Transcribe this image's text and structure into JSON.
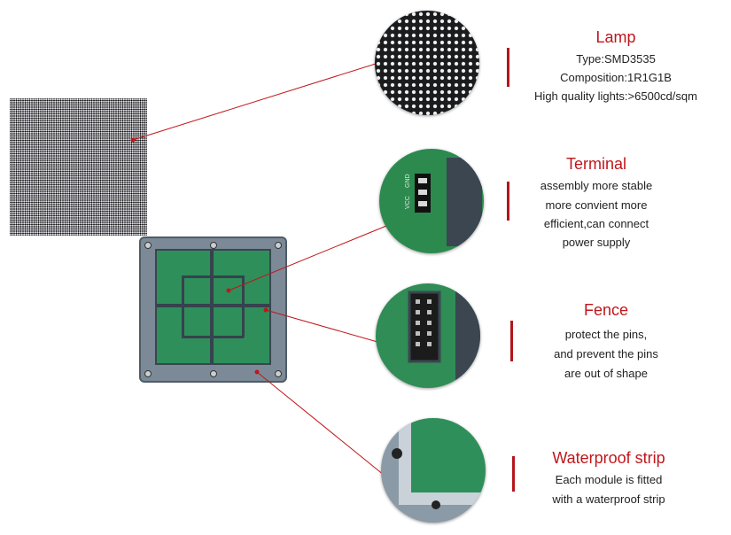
{
  "callouts": [
    {
      "title": "Lamp",
      "lines": [
        "Type:SMD3535",
        "Composition:1R1G1B",
        "High quality lights:>6500cd/sqm"
      ]
    },
    {
      "title": "Terminal",
      "lines": [
        "assembly more stable",
        "more convient more",
        "efficient,can connect",
        "power supply"
      ]
    },
    {
      "title": "Fence",
      "lines": [
        "protect the pins,",
        "and prevent the pins",
        "are out of shape"
      ]
    },
    {
      "title": "Waterproof strip",
      "lines": [
        "Each module is fitted",
        "with a waterproof strip"
      ]
    }
  ],
  "pcb_labels": {
    "vcc": "VCC",
    "gnd": "GND"
  },
  "colors": {
    "accent": "#c0161b",
    "text": "#222222",
    "pcb": "#2e8f5a",
    "frame": "#7c8a97"
  }
}
